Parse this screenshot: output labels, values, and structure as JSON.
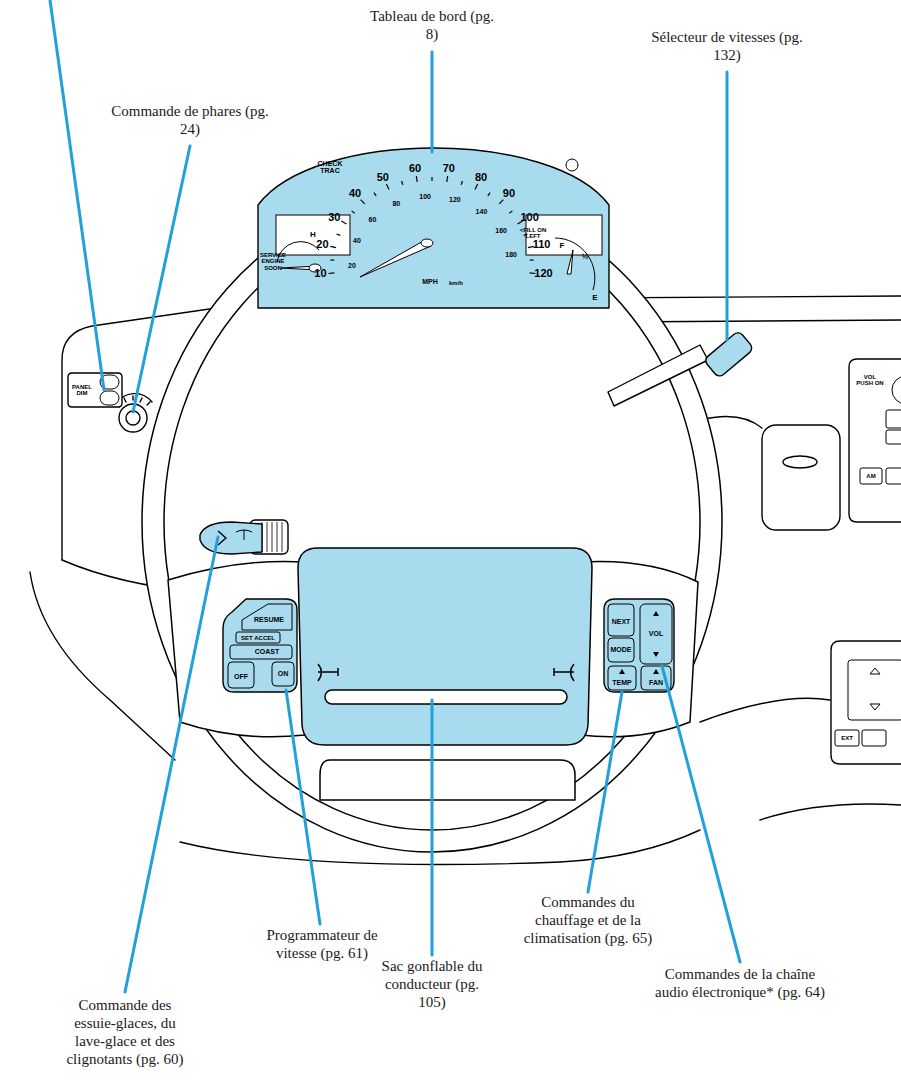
{
  "diagram": {
    "nodes": [
      {
        "text": [
          "CHECK TRAC",
          "10",
          "20",
          "30",
          "40",
          "50",
          "60",
          "70",
          "80",
          "90",
          "100",
          "110",
          "120",
          "20",
          "40",
          "60",
          "80",
          "100",
          "120",
          "140",
          "160",
          "180",
          "MPH",
          "km/h",
          "SERVICE ENGINE SOON",
          "H",
          "<FILL ON LEFT",
          "F",
          "½",
          "E"
        ]
      },
      {
        "text": [
          "PANEL DIM"
        ]
      },
      {
        "text": [
          "VOL PUSH ON",
          "AM"
        ]
      },
      {
        "text": [
          "RESUME",
          "SET ACCEL",
          "COAST",
          "OFF",
          "ON"
        ]
      },
      {
        "text": [
          "NEXT",
          "MODE",
          "VOL",
          "TEMP",
          "FAN"
        ]
      },
      {
        "text": [
          "EXT"
        ]
      }
    ],
    "labels": [
      "Commande de phares (pg. 24)",
      "Tableau de bord (pg. 8)",
      "Sélecteur de vitesses (pg. 132)",
      "Programmateur de vitesse (pg. 61)",
      "Sac gonflable du conducteur (pg. 105)",
      "Commandes du chauffage et de la climatisation (pg. 65)",
      "Commandes de la chaîne audio électronique* (pg. 64)",
      "Commande des essuie-glaces, du lave-glace et des clignotants (pg. 60)"
    ]
  }
}
